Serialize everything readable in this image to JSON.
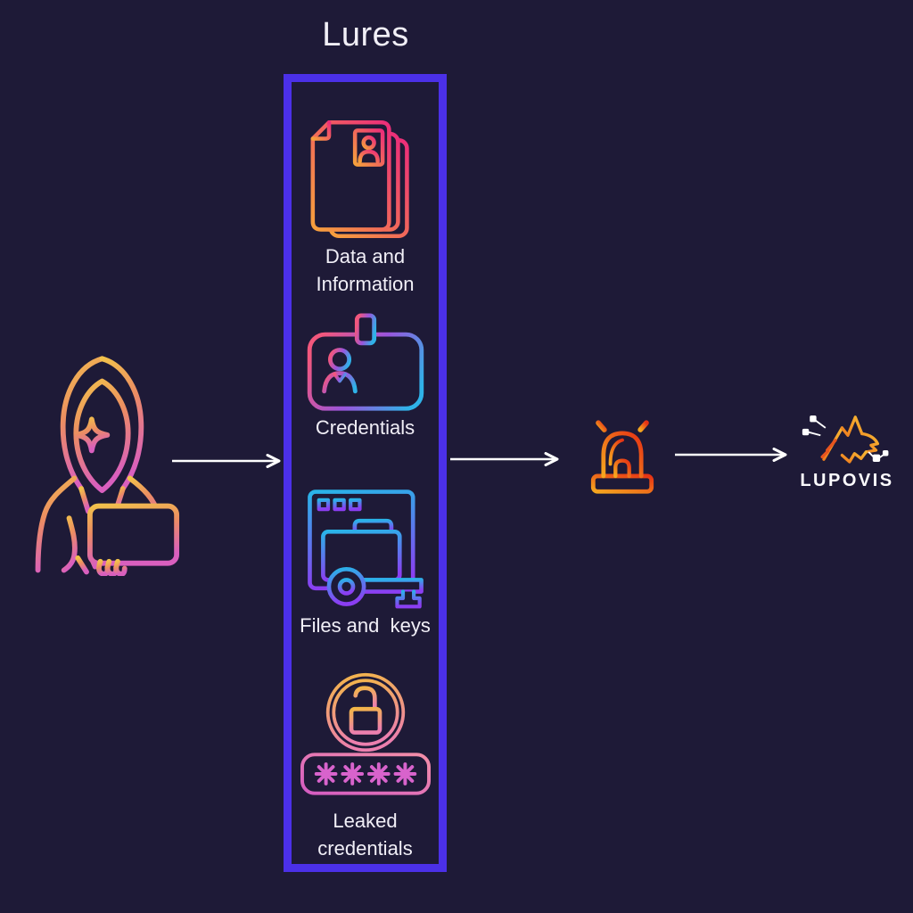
{
  "title": "Lures",
  "colors": {
    "background": "#1E1A37",
    "box_border": "#4B30E8",
    "text": "#F1EFF7",
    "arrow": "#FFFFFF",
    "gradients": {
      "hacker": [
        "#F2C24B",
        "#EC8D62",
        "#D95FBE"
      ],
      "documents": [
        "#F6A13C",
        "#EC2D7A"
      ],
      "badge": [
        "#F2577D",
        "#9A55DC",
        "#2FB2E8"
      ],
      "files_keys": [
        "#29B4E8",
        "#8B3EF2"
      ],
      "padlock": [
        "#F3B747",
        "#EC7FAE"
      ],
      "password": [
        "#D45CC2",
        "#F48FA8"
      ],
      "alarm": [
        "#F5A81F",
        "#E63214"
      ],
      "wolf": [
        "#E8541E",
        "#F7B733"
      ]
    }
  },
  "lures": {
    "items": [
      {
        "icon": "documents-stack-icon",
        "label_lines": [
          "Data and",
          "Information"
        ]
      },
      {
        "icon": "id-badge-icon",
        "label_lines": [
          "Credentials"
        ]
      },
      {
        "icon": "files-and-key-icon",
        "label_lines": [
          "Files and  keys"
        ]
      },
      {
        "icon": "unlocked-padlock-password-icon",
        "label_lines": [
          "Leaked",
          "credentials"
        ]
      }
    ]
  },
  "attacker": {
    "icon": "hooded-hacker-icon"
  },
  "alert": {
    "icon": "siren-alarm-icon"
  },
  "logo": {
    "icon": "wolf-network-icon",
    "text": "LUPOVIS"
  }
}
